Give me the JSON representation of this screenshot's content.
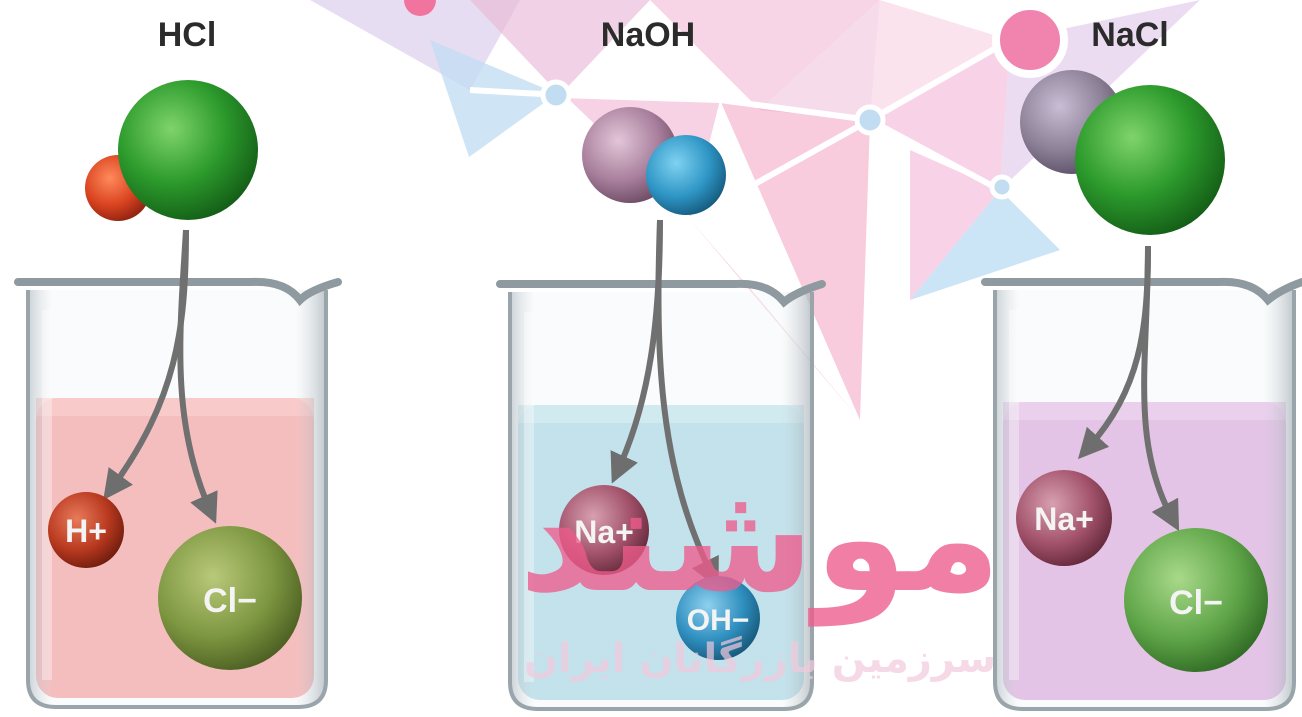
{
  "beakers": [
    {
      "formula": "HCl",
      "liquid_color": "#f79a9a",
      "ions": [
        {
          "label": "H+",
          "color": "#c23a22"
        },
        {
          "label": "Cl−",
          "color": "#7f9a3f"
        }
      ]
    },
    {
      "formula": "NaOH",
      "liquid_color": "#a8d8e6",
      "ions": [
        {
          "label": "Na+",
          "color": "#a2526a"
        },
        {
          "label": "OH−",
          "color": "#2f8fbf"
        }
      ]
    },
    {
      "formula": "NaCl",
      "liquid_color": "#dca6dd",
      "ions": [
        {
          "label": "Na+",
          "color": "#a2526a"
        },
        {
          "label": "Cl−",
          "color": "#6aa84a"
        }
      ]
    }
  ],
  "watermark": {
    "logo_text": "موشند",
    "tagline": "سرزمین بازرگانان ایران",
    "colors": {
      "pink": "#ee5c8c",
      "light_pink": "#f3b5d5",
      "blue": "#a7d2ef"
    }
  },
  "atom_colors": {
    "chlorine": "#2f9a2f",
    "hydrogen": "#d9421f",
    "sodium": "#b58aa8",
    "oxygen": "#2e95c4"
  }
}
